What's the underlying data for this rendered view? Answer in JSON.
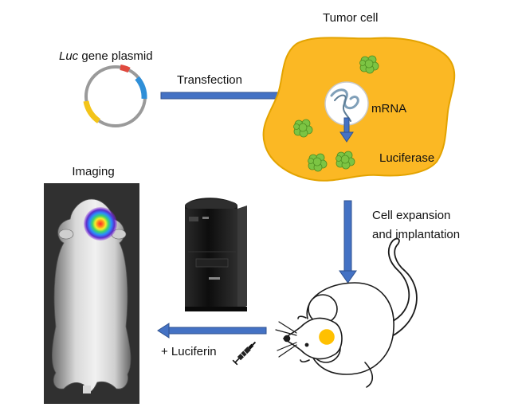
{
  "labels": {
    "plasmid_prefix": "Luc",
    "plasmid_suffix": " gene plasmid",
    "transfection": "Transfection",
    "tumor_cell": "Tumor cell",
    "mrna": "mRNA",
    "luciferase": "Luciferase",
    "imaging": "Imaging",
    "cell_expansion": "Cell expansion\nand implantation",
    "luciferin": "+ Luciferin"
  },
  "colors": {
    "arrow_fill": "#4472c4",
    "arrow_stroke": "#2f528f",
    "tumor_fill": "#fbb824",
    "tumor_stroke": "#e3a300",
    "protein_green": "#7cc443",
    "plasmid_red": "#e04a3f",
    "plasmid_blue": "#2f8fd8",
    "plasmid_yellow": "#f3c419",
    "mouse_ear_yellow": "#ffc000",
    "instrument_black": "#151515"
  },
  "icons": [
    "plasmid-ring-icon",
    "mrna-strand-icon",
    "luciferase-protein-icon",
    "ivis-imager-icon",
    "cartoon-mouse-icon",
    "syringe-icon",
    "bioluminescence-hotspot-icon"
  ]
}
